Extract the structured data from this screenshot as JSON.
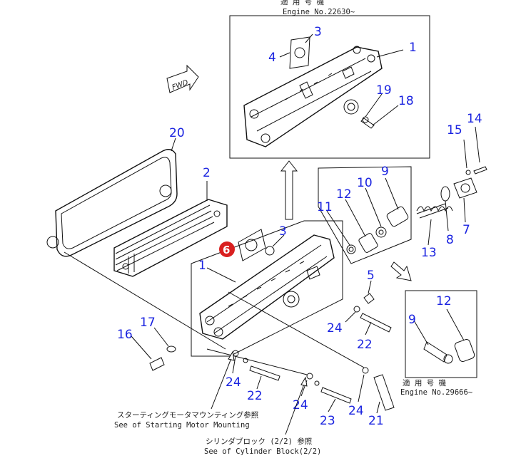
{
  "notes": {
    "top_header_jp": "適 用 号 機",
    "top_engine_no": "Engine No.22630~",
    "right_header_jp": "適 用 号 機",
    "right_engine_no": "Engine No.29666~",
    "starting_motor_jp": "スターティングモータマウンティング参照",
    "starting_motor_en": "See of Starting Motor Mounting",
    "cylinder_block_jp": "シリンダブロック (2/2) 参照",
    "cylinder_block_en": "See of Cylinder Block(2/2)",
    "fwd_label": "FWD"
  },
  "callouts": {
    "c1_top": "1",
    "c3_top": "3",
    "c4": "4",
    "c19": "19",
    "c18": "18",
    "c20": "20",
    "c2": "2",
    "c6": "6",
    "c3_mid": "3",
    "c1_mid": "1",
    "c9_mid": "9",
    "c10": "10",
    "c12_mid": "12",
    "c11": "11",
    "c15": "15",
    "c14": "14",
    "c7": "7",
    "c8": "8",
    "c13": "13",
    "c5": "5",
    "c24_a": "24",
    "c22_a": "22",
    "c17": "17",
    "c16": "16",
    "c24_b": "24",
    "c22_b": "22",
    "c24_c": "24",
    "c23": "23",
    "c24_d": "24",
    "c21": "21",
    "c12_right": "12",
    "c9_right": "9"
  },
  "colors": {
    "callout": "#1a23e0",
    "highlight": "#d92020",
    "line": "#111111"
  },
  "highlighted_part": "6"
}
